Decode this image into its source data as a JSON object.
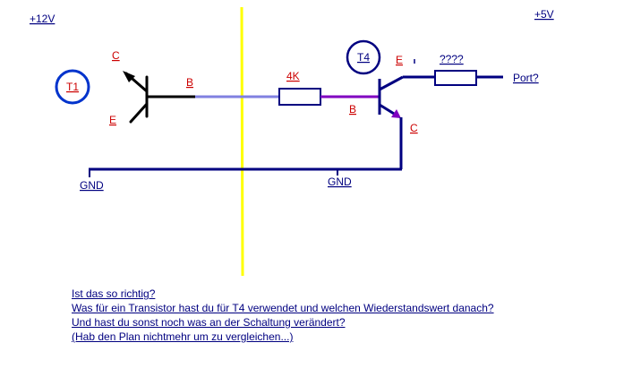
{
  "labels": {
    "v12": "+12V",
    "v5": "+5V",
    "t1": "T1",
    "t4": "T4",
    "t1_c": "C",
    "t1_b": "B",
    "t1_e": "E",
    "resistor_4k": "4K",
    "t4_b": "B",
    "t4_e": "E",
    "t4_c": "C",
    "resistor_unknown": "????",
    "port": "Port?",
    "gnd_left": "GND",
    "gnd_mid": "GND"
  },
  "notes": [
    "Ist das so richtig?",
    "Was für ein Transistor hast du für T4 verwendet und welchen Wiederstandswert danach?",
    "Und hast du sonst noch was an der Schaltung verändert?",
    "(Hab den Plan nichtmehr um zu vergleichen...)"
  ],
  "colors": {
    "dark_blue": "#000080",
    "label_red": "#cc0000",
    "ring_blue": "#0033cc",
    "wire_light": "#8080e0",
    "wire_purple": "#8000c0",
    "divider_yellow": "#ffff00",
    "black": "#000000"
  }
}
